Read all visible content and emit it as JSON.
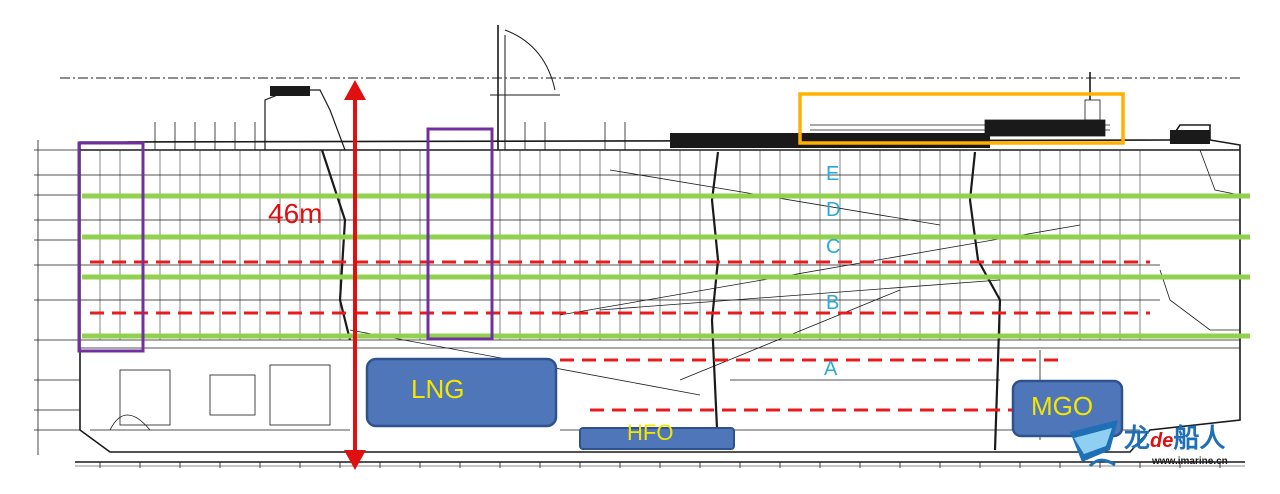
{
  "dimension": {
    "height_label": "46m",
    "color": "#e01010"
  },
  "decks": [
    {
      "letter": "E"
    },
    {
      "letter": "D"
    },
    {
      "letter": "C"
    },
    {
      "letter": "B"
    },
    {
      "letter": "A"
    }
  ],
  "tanks": [
    {
      "label": "LNG",
      "fill": "#4f76b8"
    },
    {
      "label": "HFO",
      "fill": "#4f76b8"
    },
    {
      "label": "MGO",
      "fill": "#4f76b8"
    }
  ],
  "colors": {
    "deck_line": "#92d050",
    "hoistable_deck_dashed": "#e81c1c",
    "ramp_box": "#7030a0",
    "upper_deck_box": "#ffb000",
    "deck_letter": "#2aa7e0",
    "tank_label": "#f5e600"
  },
  "watermark": {
    "brand_prefix": "龙",
    "brand_de": "de",
    "brand_suffix": "船人",
    "url": "www.imarine.cn"
  }
}
